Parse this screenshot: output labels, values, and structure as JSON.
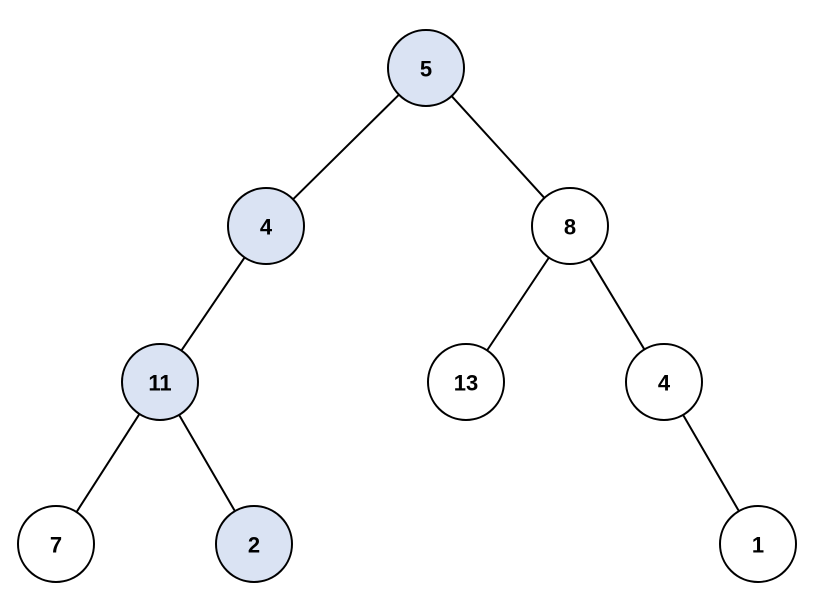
{
  "tree": {
    "colors": {
      "highlight_fill": "#dae3f3",
      "default_fill": "#ffffff",
      "stroke": "#000000"
    },
    "nodes": [
      {
        "id": "n5",
        "value": "5",
        "highlighted": true
      },
      {
        "id": "n4a",
        "value": "4",
        "highlighted": true
      },
      {
        "id": "n8",
        "value": "8",
        "highlighted": false
      },
      {
        "id": "n11",
        "value": "11",
        "highlighted": true
      },
      {
        "id": "n13",
        "value": "13",
        "highlighted": false
      },
      {
        "id": "n4b",
        "value": "4",
        "highlighted": false
      },
      {
        "id": "n7",
        "value": "7",
        "highlighted": false
      },
      {
        "id": "n2",
        "value": "2",
        "highlighted": true
      },
      {
        "id": "n1",
        "value": "1",
        "highlighted": false
      }
    ],
    "edges": [
      [
        "n5",
        "n4a"
      ],
      [
        "n5",
        "n8"
      ],
      [
        "n4a",
        "n11"
      ],
      [
        "n8",
        "n13"
      ],
      [
        "n8",
        "n4b"
      ],
      [
        "n11",
        "n7"
      ],
      [
        "n11",
        "n2"
      ],
      [
        "n4b",
        "n1"
      ]
    ]
  }
}
